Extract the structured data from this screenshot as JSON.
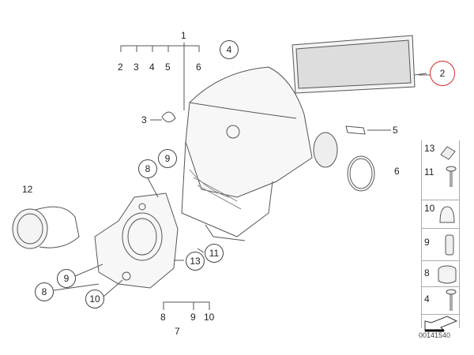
{
  "callouts": {
    "main_group": "1",
    "main_subs": [
      "2",
      "3",
      "4",
      "5",
      "6"
    ],
    "circle_4": "4",
    "circle_2": "2",
    "clip_3": "3",
    "bracket_5": "5",
    "seal_6": "6",
    "circle_8_top": "8",
    "circle_9_top": "9",
    "hose_12": "12",
    "circle_9_left": "9",
    "circle_8_left": "8",
    "circle_10": "10",
    "circle_13": "13",
    "circle_11": "11",
    "lower_group": "7",
    "lower_subs": [
      "8",
      "9",
      "10"
    ]
  },
  "side_panel": {
    "items": [
      {
        "number": "13",
        "icon": "clip-nut-icon"
      },
      {
        "number": "11",
        "icon": "screw-icon"
      },
      {
        "number": "10",
        "icon": "cap-icon"
      },
      {
        "number": "9",
        "icon": "sleeve-icon"
      },
      {
        "number": "8",
        "icon": "grommet-icon"
      },
      {
        "number": "4",
        "icon": "screw-icon"
      }
    ],
    "diagram_code": "00141540"
  },
  "colors": {
    "highlight": "#d62828"
  }
}
